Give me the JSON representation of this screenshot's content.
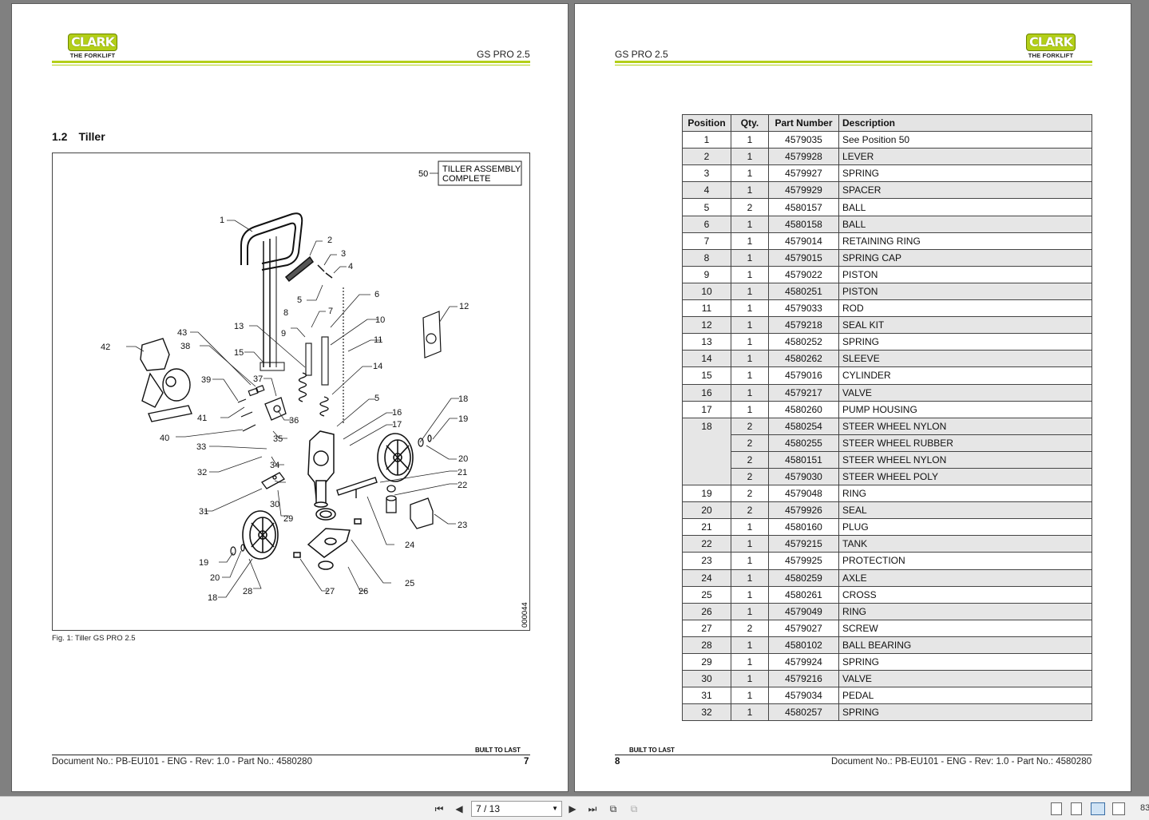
{
  "left_page": {
    "logo": {
      "brand": "CLARK",
      "tagline": "THE FORKLIFT"
    },
    "model": "GS PRO 2.5",
    "section": {
      "number": "1.2",
      "title": "Tiller"
    },
    "figure": {
      "callout_number": "50",
      "callout_line1": "TILLER ASSEMBLY",
      "callout_line2": "COMPLETE",
      "drawing_id": "000044",
      "caption": "Fig. 1: Tiller GS PRO 2.5"
    },
    "footer": {
      "slogan": "BUILT TO LAST",
      "document": "Document No.: PB-EU101 - ENG - Rev: 1.0 - Part No.: 4580280",
      "page_number": "7"
    }
  },
  "right_page": {
    "logo": {
      "brand": "CLARK",
      "tagline": "THE FORKLIFT"
    },
    "model": "GS PRO 2.5",
    "table": {
      "headers": [
        "Position",
        "Qty.",
        "Part Number",
        "Description"
      ],
      "rows": [
        {
          "pos": "1",
          "qty": "1",
          "part": "4579035",
          "desc": "See Position 50"
        },
        {
          "pos": "2",
          "qty": "1",
          "part": "4579928",
          "desc": "LEVER"
        },
        {
          "pos": "3",
          "qty": "1",
          "part": "4579927",
          "desc": "SPRING"
        },
        {
          "pos": "4",
          "qty": "1",
          "part": "4579929",
          "desc": "SPACER"
        },
        {
          "pos": "5",
          "qty": "2",
          "part": "4580157",
          "desc": "BALL"
        },
        {
          "pos": "6",
          "qty": "1",
          "part": "4580158",
          "desc": "BALL"
        },
        {
          "pos": "7",
          "qty": "1",
          "part": "4579014",
          "desc": "RETAINING RING"
        },
        {
          "pos": "8",
          "qty": "1",
          "part": "4579015",
          "desc": "SPRING CAP"
        },
        {
          "pos": "9",
          "qty": "1",
          "part": "4579022",
          "desc": "PISTON"
        },
        {
          "pos": "10",
          "qty": "1",
          "part": "4580251",
          "desc": "PISTON"
        },
        {
          "pos": "11",
          "qty": "1",
          "part": "4579033",
          "desc": "ROD"
        },
        {
          "pos": "12",
          "qty": "1",
          "part": "4579218",
          "desc": "SEAL KIT"
        },
        {
          "pos": "13",
          "qty": "1",
          "part": "4580252",
          "desc": "SPRING"
        },
        {
          "pos": "14",
          "qty": "1",
          "part": "4580262",
          "desc": "SLEEVE"
        },
        {
          "pos": "15",
          "qty": "1",
          "part": "4579016",
          "desc": "CYLINDER"
        },
        {
          "pos": "16",
          "qty": "1",
          "part": "4579217",
          "desc": "VALVE"
        },
        {
          "pos": "17",
          "qty": "1",
          "part": "4580260",
          "desc": "PUMP HOUSING"
        },
        {
          "pos": "18",
          "qty": "2",
          "part": "4580254",
          "desc": "STEER WHEEL NYLON"
        },
        {
          "pos": "",
          "qty": "2",
          "part": "4580255",
          "desc": "STEER WHEEL RUBBER"
        },
        {
          "pos": "",
          "qty": "2",
          "part": "4580151",
          "desc": "STEER WHEEL NYLON"
        },
        {
          "pos": "",
          "qty": "2",
          "part": "4579030",
          "desc": "STEER WHEEL POLY"
        },
        {
          "pos": "19",
          "qty": "2",
          "part": "4579048",
          "desc": "RING"
        },
        {
          "pos": "20",
          "qty": "2",
          "part": "4579926",
          "desc": "SEAL"
        },
        {
          "pos": "21",
          "qty": "1",
          "part": "4580160",
          "desc": "PLUG"
        },
        {
          "pos": "22",
          "qty": "1",
          "part": "4579215",
          "desc": "TANK"
        },
        {
          "pos": "23",
          "qty": "1",
          "part": "4579925",
          "desc": "PROTECTION"
        },
        {
          "pos": "24",
          "qty": "1",
          "part": "4580259",
          "desc": "AXLE"
        },
        {
          "pos": "25",
          "qty": "1",
          "part": "4580261",
          "desc": "CROSS"
        },
        {
          "pos": "26",
          "qty": "1",
          "part": "4579049",
          "desc": "RING"
        },
        {
          "pos": "27",
          "qty": "2",
          "part": "4579027",
          "desc": "SCREW"
        },
        {
          "pos": "28",
          "qty": "1",
          "part": "4580102",
          "desc": "BALL BEARING"
        },
        {
          "pos": "29",
          "qty": "1",
          "part": "4579924",
          "desc": "SPRING"
        },
        {
          "pos": "30",
          "qty": "1",
          "part": "4579216",
          "desc": "VALVE"
        },
        {
          "pos": "31",
          "qty": "1",
          "part": "4579034",
          "desc": "PEDAL"
        },
        {
          "pos": "32",
          "qty": "1",
          "part": "4580257",
          "desc": "SPRING"
        }
      ]
    },
    "footer": {
      "slogan": "BUILT TO LAST",
      "document": "Document No.: PB-EU101 - ENG - Rev: 1.0 - Part No.: 4580280",
      "page_number": "8"
    }
  },
  "toolbar": {
    "page_indicator": "7 / 13",
    "zoom_partial": "83"
  }
}
